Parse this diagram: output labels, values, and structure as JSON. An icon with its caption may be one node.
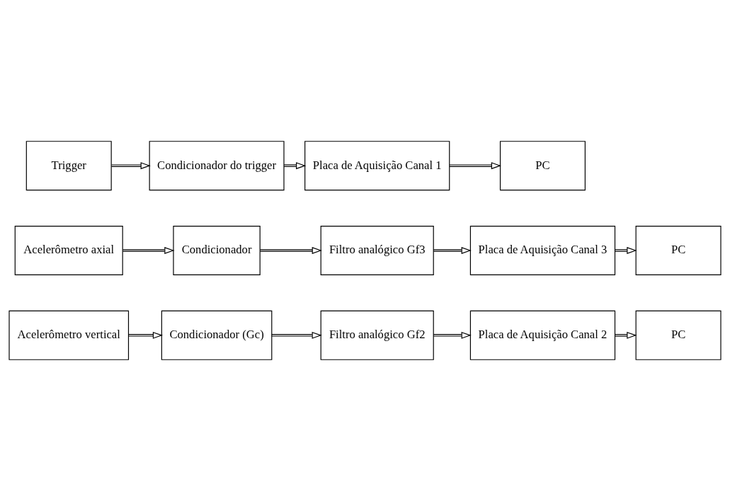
{
  "diagram": {
    "nodes": [
      {
        "text": [
          "Acelerômetro vertical"
        ]
      },
      {
        "text": [
          "Condicionador (Gc)"
        ]
      },
      {
        "text": [
          "Filtro analógico Gf2"
        ]
      },
      {
        "text": [
          "Placa de Aquisição Canal 2"
        ]
      },
      {
        "text": [
          "PC"
        ]
      },
      {
        "text": [
          "Acelerômetro axial"
        ]
      },
      {
        "text": [
          "Condicionador"
        ]
      },
      {
        "text": [
          "Filtro analógico Gf3"
        ]
      },
      {
        "text": [
          "Placa de Aquisição Canal 3"
        ]
      },
      {
        "text": [
          "PC"
        ]
      },
      {
        "text": [
          "Trigger"
        ]
      },
      {
        "text": [
          "Condicionador do trigger"
        ]
      },
      {
        "text": [
          "Placa de Aquisição Canal 1"
        ]
      },
      {
        "text": [
          "PC"
        ]
      }
    ],
    "edges": [
      {
        "from": 0,
        "to": 1,
        "arrow": "to"
      },
      {
        "from": 1,
        "to": 2,
        "arrow": "to"
      },
      {
        "from": 2,
        "to": 3,
        "arrow": "to"
      },
      {
        "from": 3,
        "to": 4,
        "arrow": "to"
      },
      {
        "from": 5,
        "to": 6,
        "arrow": "to"
      },
      {
        "from": 6,
        "to": 7,
        "arrow": "to"
      },
      {
        "from": 7,
        "to": 8,
        "arrow": "to"
      },
      {
        "from": 8,
        "to": 9,
        "arrow": "to"
      },
      {
        "from": 10,
        "to": 11,
        "arrow": "to"
      },
      {
        "from": 11,
        "to": 12,
        "arrow": "to"
      },
      {
        "from": 12,
        "to": 13,
        "arrow": "to"
      }
    ]
  }
}
